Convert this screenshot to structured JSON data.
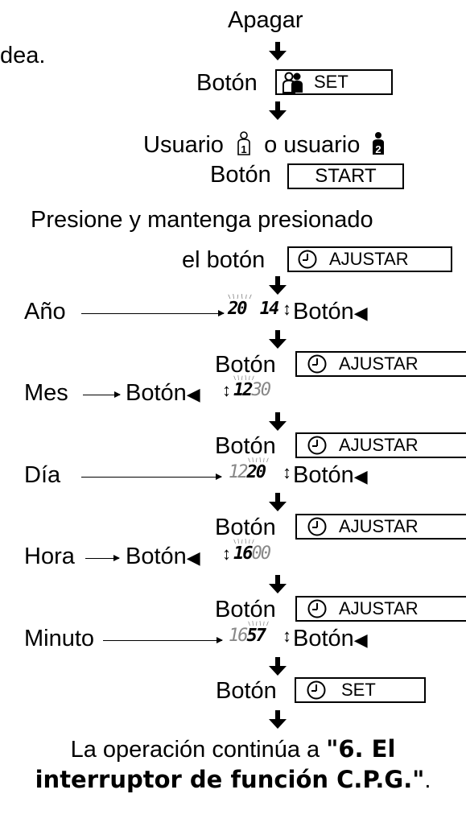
{
  "fragment_left": "dea.",
  "step_apagar": "Apagar",
  "label_boton": "Botón",
  "btn_set": "SET",
  "btn_start": "START",
  "btn_ajustar": "AJUSTAR",
  "usuario_text": "Usuario",
  "o_usuario_text": "o usuario",
  "presione_line1": "Presione y mantenga presionado",
  "presione_line2": "el botón",
  "label_ano": "Año",
  "label_mes": "Mes",
  "label_dia": "Día",
  "label_hora": "Hora",
  "label_minuto": "Minuto",
  "lcd_ano_a": "20",
  "lcd_ano_b": "14",
  "lcd_mes_a": "12",
  "lcd_mes_b": "30",
  "lcd_dia_a": "12",
  "lcd_dia_b": "20",
  "lcd_hora_a": "16",
  "lcd_hora_b": "00",
  "lcd_min_a": "16",
  "lcd_min_b": "57",
  "footer_line1_a": "La operación continúa a ",
  "footer_line1_b": "\"6. El",
  "footer_line2": "interruptor de función C.P.G.\"",
  "footer_period": ".",
  "icons": {
    "down_arrow": "down-arrow-icon",
    "user": "user-icon",
    "clock": "clock-icon",
    "triangle_left": "triangle-left-icon",
    "updown": "up-down-arrow-icon"
  }
}
